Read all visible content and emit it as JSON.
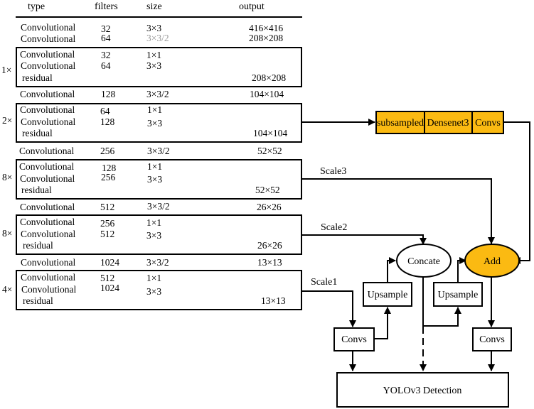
{
  "table": {
    "headers": {
      "type": "type",
      "filters": "filters",
      "size": "size",
      "output": "output"
    },
    "rows": [
      {
        "type": "Convolutional",
        "filters": "32",
        "size": "3×3",
        "output": "416×416"
      },
      {
        "type": "Convolutional",
        "filters": "64",
        "size": "3×3/2",
        "output": "208×208"
      },
      {
        "type": "Convolutional",
        "filters": "128",
        "size": "3×3/2",
        "output": "104×104"
      },
      {
        "type": "Convolutional",
        "filters": "256",
        "size": "3×3/2",
        "output": "52×52"
      },
      {
        "type": "Convolutional",
        "filters": "512",
        "size": "3×3/2",
        "output": "26×26"
      },
      {
        "type": "Convolutional",
        "filters": "1024",
        "size": "3×3/2",
        "output": "13×13"
      }
    ],
    "blocks": [
      {
        "repeat": "1×",
        "rows": [
          {
            "type": "Convolutional",
            "filters": "32",
            "size": "1×1"
          },
          {
            "type": "Convolutional",
            "filters": "64",
            "size": "3×3"
          },
          {
            "type": "residual",
            "output": "208×208"
          }
        ]
      },
      {
        "repeat": "2×",
        "rows": [
          {
            "type": "Convolutional",
            "filters": "64",
            "size": "1×1"
          },
          {
            "type": "Convolutional",
            "filters": "128",
            "size": "3×3"
          },
          {
            "type": "residual",
            "output": "104×104"
          }
        ]
      },
      {
        "repeat": "8×",
        "rows": [
          {
            "type": "Convolutional",
            "filters": "128",
            "size": "1×1"
          },
          {
            "type": "Convolutional",
            "filters": "256",
            "size": "3×3"
          },
          {
            "type": "residual",
            "output": "52×52"
          }
        ]
      },
      {
        "repeat": "8×",
        "rows": [
          {
            "type": "Convolutional",
            "filters": "256",
            "size": "1×1"
          },
          {
            "type": "Convolutional",
            "filters": "512",
            "size": "3×3"
          },
          {
            "type": "residual",
            "output": "26×26"
          }
        ]
      },
      {
        "repeat": "4×",
        "rows": [
          {
            "type": "Convolutional",
            "filters": "512",
            "size": "1×1"
          },
          {
            "type": "Convolutional",
            "filters": "1024",
            "size": "3×3"
          },
          {
            "type": "residual",
            "output": "13×13"
          }
        ]
      }
    ]
  },
  "diagram": {
    "densenet_chain": [
      "subsampled",
      "Densenet3",
      "Convs"
    ],
    "scale_labels": {
      "scale3": "Scale3",
      "scale2": "Scale2",
      "scale1": "Scale1"
    },
    "concate": "Concate",
    "add": "Add",
    "upsample_left": "Upsample",
    "upsample_right": "Upsample",
    "convs_left": "Convs",
    "convs_right": "Convs",
    "detection": "YOLOv3 Detection"
  },
  "colors": {
    "accent": "#FBBA12",
    "line": "#000000",
    "muted_text": "#9a9a9a"
  }
}
